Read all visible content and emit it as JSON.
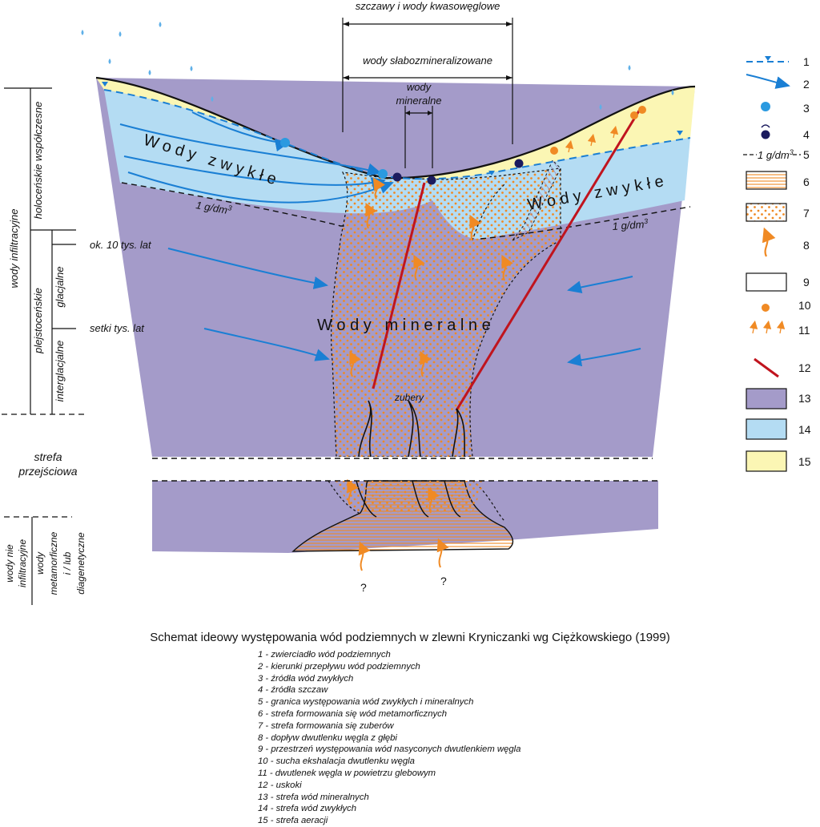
{
  "diagram": {
    "top_labels": {
      "szczawy": "szczawy i wody kwasowęglowe",
      "slabo": "wody słabozmineralizowane",
      "wody_min_1": "wody",
      "wody_min_2": "mineralne"
    },
    "big_labels": {
      "wody_zwykle_left": "W o d y   z w y k ł e",
      "wody_zwykle_right": "W o d y   z w y k ł e",
      "wody_mineralne": "W o d y   m i n e r a l n e",
      "zubery": "zubery"
    },
    "boundary_labels": {
      "left": "1 g/dm",
      "right": "1 g/dm",
      "sup": "3"
    },
    "time_labels": {
      "ok10": "ok. 10 tys. lat",
      "setki": "setki tys. lat"
    },
    "question_mark": "?",
    "left_column": {
      "wody_infiltracyjne": "wody infiltracyjne",
      "holocenskie": "holoceńskie współczesne",
      "plejstocenskie": "plejstoceńskie",
      "glacjalne": "glacjalne",
      "interglacjalne": "interglacjalne",
      "strefa1": "strefa",
      "strefa2": "przejściowa",
      "nie_infiltr_1": "wody nie",
      "nie_infiltr_2": "infiltracyjne",
      "metam_1": "wody",
      "metam_2": "metamorficzne",
      "metam_3": "i / lub",
      "metam_4": "diagenetyczne"
    },
    "legend_numbers": [
      "1",
      "2",
      "3",
      "4",
      "5",
      "6",
      "7",
      "8",
      "9",
      "10",
      "11",
      "12",
      "13",
      "14",
      "15"
    ],
    "legend_boundary_label": "1 g/dm",
    "colors": {
      "mineral_zone": "#a49bc9",
      "ordinary_zone": "#b4dcf3",
      "aeration_zone": "#fbf6b4",
      "fault": "#c0141e",
      "flow_arrow": "#1a7fd4",
      "co2_arrow": "#f08a24",
      "spring_ordinary": "#2a9ae0",
      "spring_acid": "#1b1b5e"
    }
  },
  "caption": "Schemat ideowy występowania wód podziemnych w zlewni Kryniczanki wg Ciężkowskiego (1999)",
  "legend_items": [
    "1 - zwierciadło wód podziemnych",
    "2 - kierunki przepływu wód podziemnych",
    "3 - źródła wód zwykłych",
    "4 - źródła szczaw",
    "5 - granica występowania wód zwykłych i mineralnych",
    "6 - strefa formowania się wód metamorficznych",
    "7 - strefa formowania się zuberów",
    "8 - dopływ dwutlenku węgla z głębi",
    "9 - przestrzeń występowania wód nasyconych dwutlenkiem węgla",
    "10 - sucha ekshalacja dwutlenku węgla",
    "11 - dwutlenek węgla w powietrzu glebowym",
    "12 - uskoki",
    "13 - strefa wód mineralnych",
    "14 - strefa wód zwykłych",
    "15 - strefa aeracji"
  ]
}
